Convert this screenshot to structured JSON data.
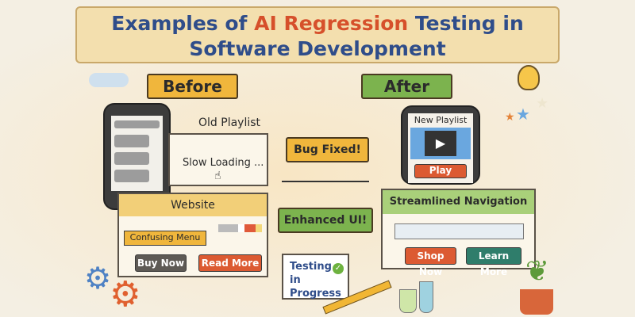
{
  "title": {
    "line1_pre": "Examples of ",
    "line1_highlight": "AI Regression",
    "line1_post": " Testing in",
    "line2": "Software Development"
  },
  "before": {
    "label": "Before",
    "playlist_label": "Old Playlist",
    "slow_text": "Slow Loading ...",
    "website_label": "Website",
    "menu_label": "Confusing Menu",
    "buy_now": "Buy Now",
    "read_more": "Read More"
  },
  "middle": {
    "bug_fixed": "Bug Fixed!",
    "enhanced_ui": "Enhanced UI!",
    "note_line1": "Testing",
    "note_line2": "in Progress"
  },
  "after": {
    "label": "After",
    "playlist_label": "New Playlist",
    "play": "Play",
    "nav_label": "Streamlined Navigation",
    "shop_now": "Shop Now",
    "learn_more": "Learn More"
  },
  "colors": {
    "orange": "#f0b63c",
    "green": "#7cb34e",
    "red": "#d9552d",
    "teal": "#2f7d6b",
    "blue": "#2f4d8a"
  }
}
